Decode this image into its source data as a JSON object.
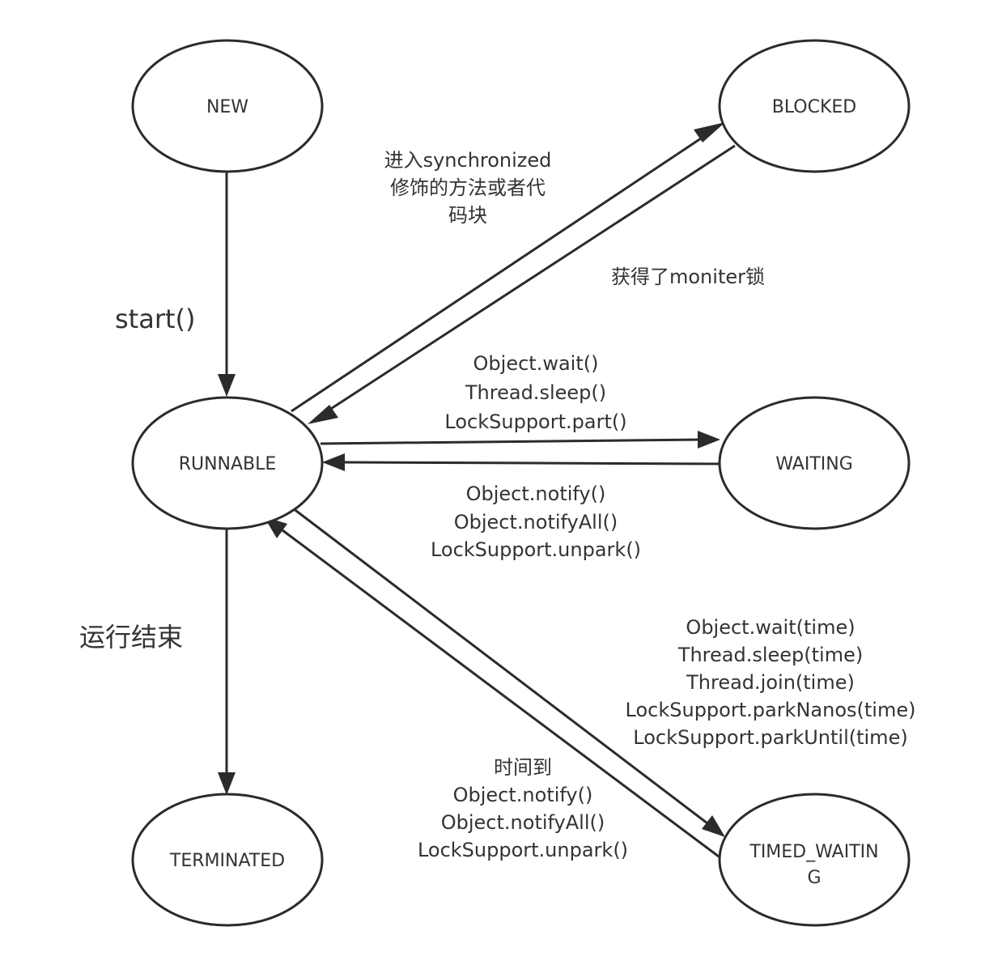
{
  "states": {
    "new": "NEW",
    "blocked": "BLOCKED",
    "runnable": "RUNNABLE",
    "waiting": "WAITING",
    "terminated": "TERMINATED",
    "timed_waiting": [
      "TIMED_WAITIN",
      "G"
    ]
  },
  "transitions": {
    "start": "start()",
    "run_end": "运行结束",
    "to_blocked": [
      "进入synchronized",
      "修饰的方法或者代",
      "码块"
    ],
    "from_blocked": "获得了moniter锁",
    "to_waiting": [
      "Object.wait()",
      "Thread.sleep()",
      "LockSupport.part()"
    ],
    "from_waiting": [
      "Object.notify()",
      "Object.notifyAll()",
      "LockSupport.unpark()"
    ],
    "to_timed_waiting": [
      "Object.wait(time)",
      "Thread.sleep(time)",
      "Thread.join(time)",
      "LockSupport.parkNanos(time)",
      "LockSupport.parkUntil(time)"
    ],
    "from_timed_waiting": [
      "时间到",
      "Object.notify()",
      "Object.notifyAll()",
      "LockSupport.unpark()"
    ]
  }
}
